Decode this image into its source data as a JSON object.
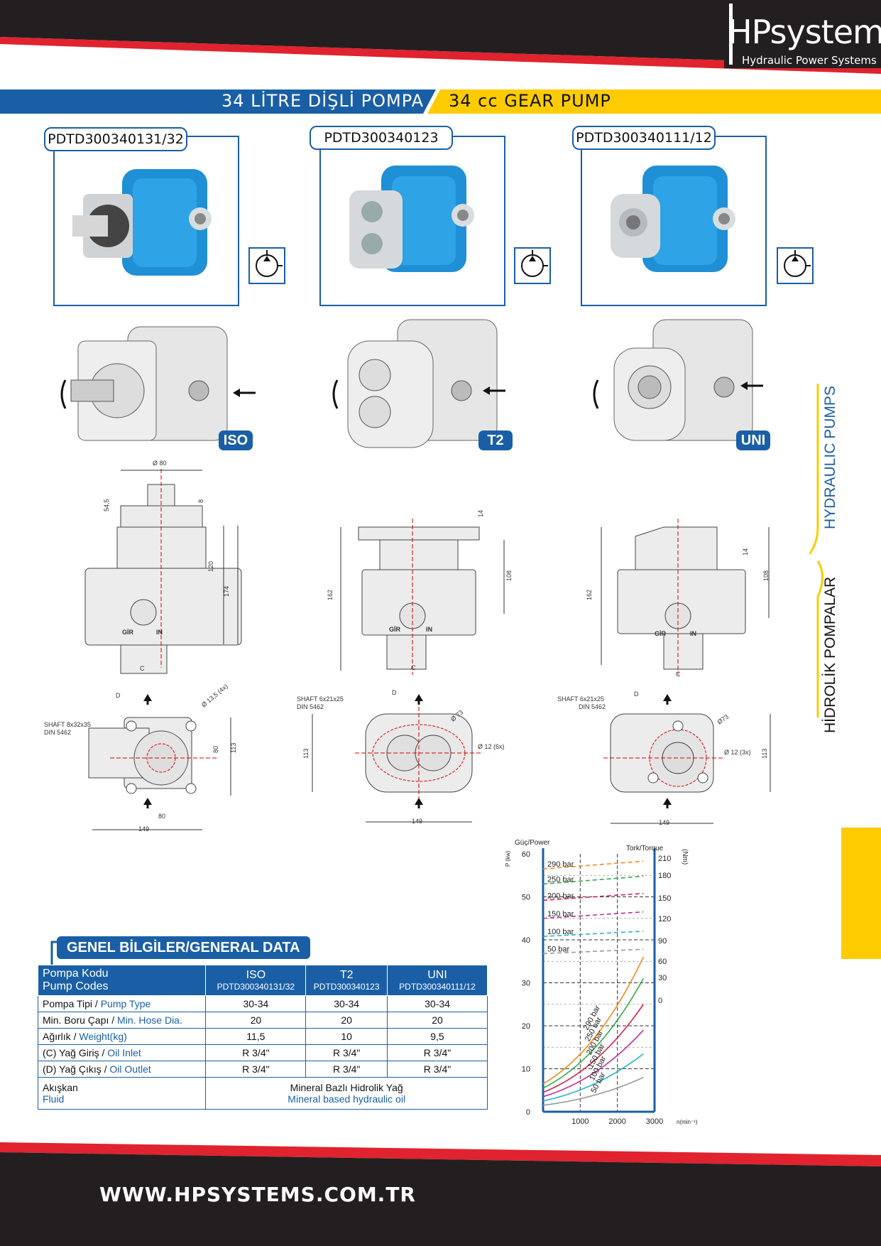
{
  "brand": {
    "logo_main": "HPsystems",
    "logo_sub": "Hydraulic Power Systems"
  },
  "title": {
    "tr": "34 LİTRE DİŞLİ POMPA",
    "en": "34 cc GEAR PUMP"
  },
  "products": [
    {
      "code": "PDTD300340131/32",
      "badge": "ISO"
    },
    {
      "code": "PDTD300340123",
      "badge": "T2"
    },
    {
      "code": "PDTD300340111/12",
      "badge": "UNI"
    }
  ],
  "side": {
    "en": "HYDRAULIC PUMPS",
    "tr": "HİDROLİK POMPALAR"
  },
  "drawings": {
    "iso": {
      "d80": "Ø 80",
      "d545": "54,5",
      "d8": "8",
      "d120": "120",
      "d174": "174",
      "gir": "GİR",
      "in": "IN",
      "c": "C",
      "dlabel": "D",
      "bolt": "Ø 13,5 (4x)",
      "shaft1": "SHAFT 8x32x35",
      "shaft2": "DIN 5462",
      "w80": "80",
      "h80": "80",
      "h113": "113",
      "w149": "149"
    },
    "t2": {
      "d14": "14",
      "d108": "108",
      "d162": "162",
      "gir": "GİR",
      "in": "IN",
      "c": "C",
      "shaft1": "SHAFT 6x21x25",
      "shaft2": "DIN 5462",
      "dlabel": "D",
      "d73": "Ø 73",
      "bolt": "Ø 12 (6x)",
      "h113": "113",
      "w149": "149"
    },
    "uni": {
      "d14": "14",
      "d108": "108",
      "d162": "162",
      "gir": "GİR",
      "in": "IN",
      "c": "C",
      "shaft1": "SHAFT 6x21x25",
      "shaft2": "DIN 5462",
      "dlabel": "D",
      "d73": "Ø73",
      "bolt": "Ø 12 (3x)",
      "h113": "113",
      "w149": "149"
    }
  },
  "general_data": {
    "title": "GENEL BİLGİLER/GENERAL DATA",
    "head": {
      "tr": "Pompa Kodu",
      "en": "Pump Codes",
      "cols": [
        {
          "name": "ISO",
          "code": "PDTD300340131/32"
        },
        {
          "name": "T2",
          "code": "PDTD300340123"
        },
        {
          "name": "UNI",
          "code": "PDTD300340111/12"
        }
      ]
    },
    "rows": [
      {
        "tr": "Pompa Tipi / ",
        "en": "Pump Type",
        "values": [
          "30-34",
          "30-34",
          "30-34"
        ]
      },
      {
        "tr": "Min.  Boru Çapı / ",
        "en": "Min. Hose Dia.",
        "values": [
          "20",
          "20",
          "20"
        ]
      },
      {
        "tr": "Ağırlık / ",
        "en": "Weight(kg)",
        "values": [
          "11,5",
          "10",
          "9,5"
        ]
      },
      {
        "tr": "(C) Yağ Giriş / ",
        "en": "Oil Inlet",
        "values": [
          "R 3/4\"",
          "R 3/4\"",
          "R 3/4\""
        ]
      },
      {
        "tr": "(D) Yağ Çıkış / ",
        "en": "Oil Outlet",
        "values": [
          "R 3/4\"",
          "R 3/4\"",
          "R 3/4\""
        ]
      }
    ],
    "fluid": {
      "tr": "Akışkan",
      "en": "Fluid",
      "value_tr": "Mineral Bazlı Hidrolik Yağ",
      "value_en": "Mineral based hydraulic oil"
    }
  },
  "chart_data": {
    "type": "line",
    "left_axis_title": "Güç/Power",
    "left_axis_unit": "P (kw)",
    "right_axis_title": "Tork/Torque",
    "right_axis_unit": "(Nm)",
    "x_unit": "n(min⁻¹)",
    "xlim": [
      0,
      3000
    ],
    "ylim": [
      0,
      60
    ],
    "x_ticks": [
      "1000",
      "2000",
      "3000"
    ],
    "y_ticks": [
      "0",
      "10",
      "20",
      "30",
      "40",
      "50",
      "60"
    ],
    "torque_ticks": [
      "0",
      "30",
      "60",
      "90",
      "120",
      "150",
      "180",
      "210"
    ],
    "grid": true,
    "series": [
      {
        "name": "290 bar",
        "color": "#f08a1c",
        "power": [
          [
            0,
            6.5
          ],
          [
            2700,
            36
          ]
        ],
        "torque": [
          [
            0,
            56.5
          ],
          [
            2700,
            58.3
          ]
        ]
      },
      {
        "name": "250 bar",
        "color": "#33a84a",
        "power": [
          [
            0,
            5.5
          ],
          [
            2700,
            31
          ]
        ],
        "torque": [
          [
            0,
            53
          ],
          [
            2700,
            54.8
          ]
        ]
      },
      {
        "name": "200 bar",
        "color": "#d6234a",
        "power": [
          [
            0,
            4.5
          ],
          [
            2700,
            25
          ]
        ],
        "torque": [
          [
            0,
            49.2
          ],
          [
            2700,
            50.8
          ]
        ]
      },
      {
        "name": "150 bar",
        "color": "#c22e9b",
        "power": [
          [
            0,
            3.5
          ],
          [
            2700,
            19
          ]
        ],
        "torque": [
          [
            0,
            45
          ],
          [
            2700,
            46.5
          ]
        ]
      },
      {
        "name": "100 bar",
        "color": "#28b3c8",
        "power": [
          [
            0,
            2.5
          ],
          [
            2700,
            13.5
          ]
        ],
        "torque": [
          [
            0,
            40.8
          ],
          [
            2700,
            42
          ]
        ]
      },
      {
        "name": "50 bar",
        "color": "#9a9a9a",
        "power": [
          [
            0,
            1.5
          ],
          [
            2700,
            8
          ]
        ],
        "torque": [
          [
            0,
            36.8
          ],
          [
            2700,
            37.8
          ]
        ]
      }
    ]
  },
  "footer": {
    "url": "WWW.HPSYSTEMS.COM.TR"
  }
}
